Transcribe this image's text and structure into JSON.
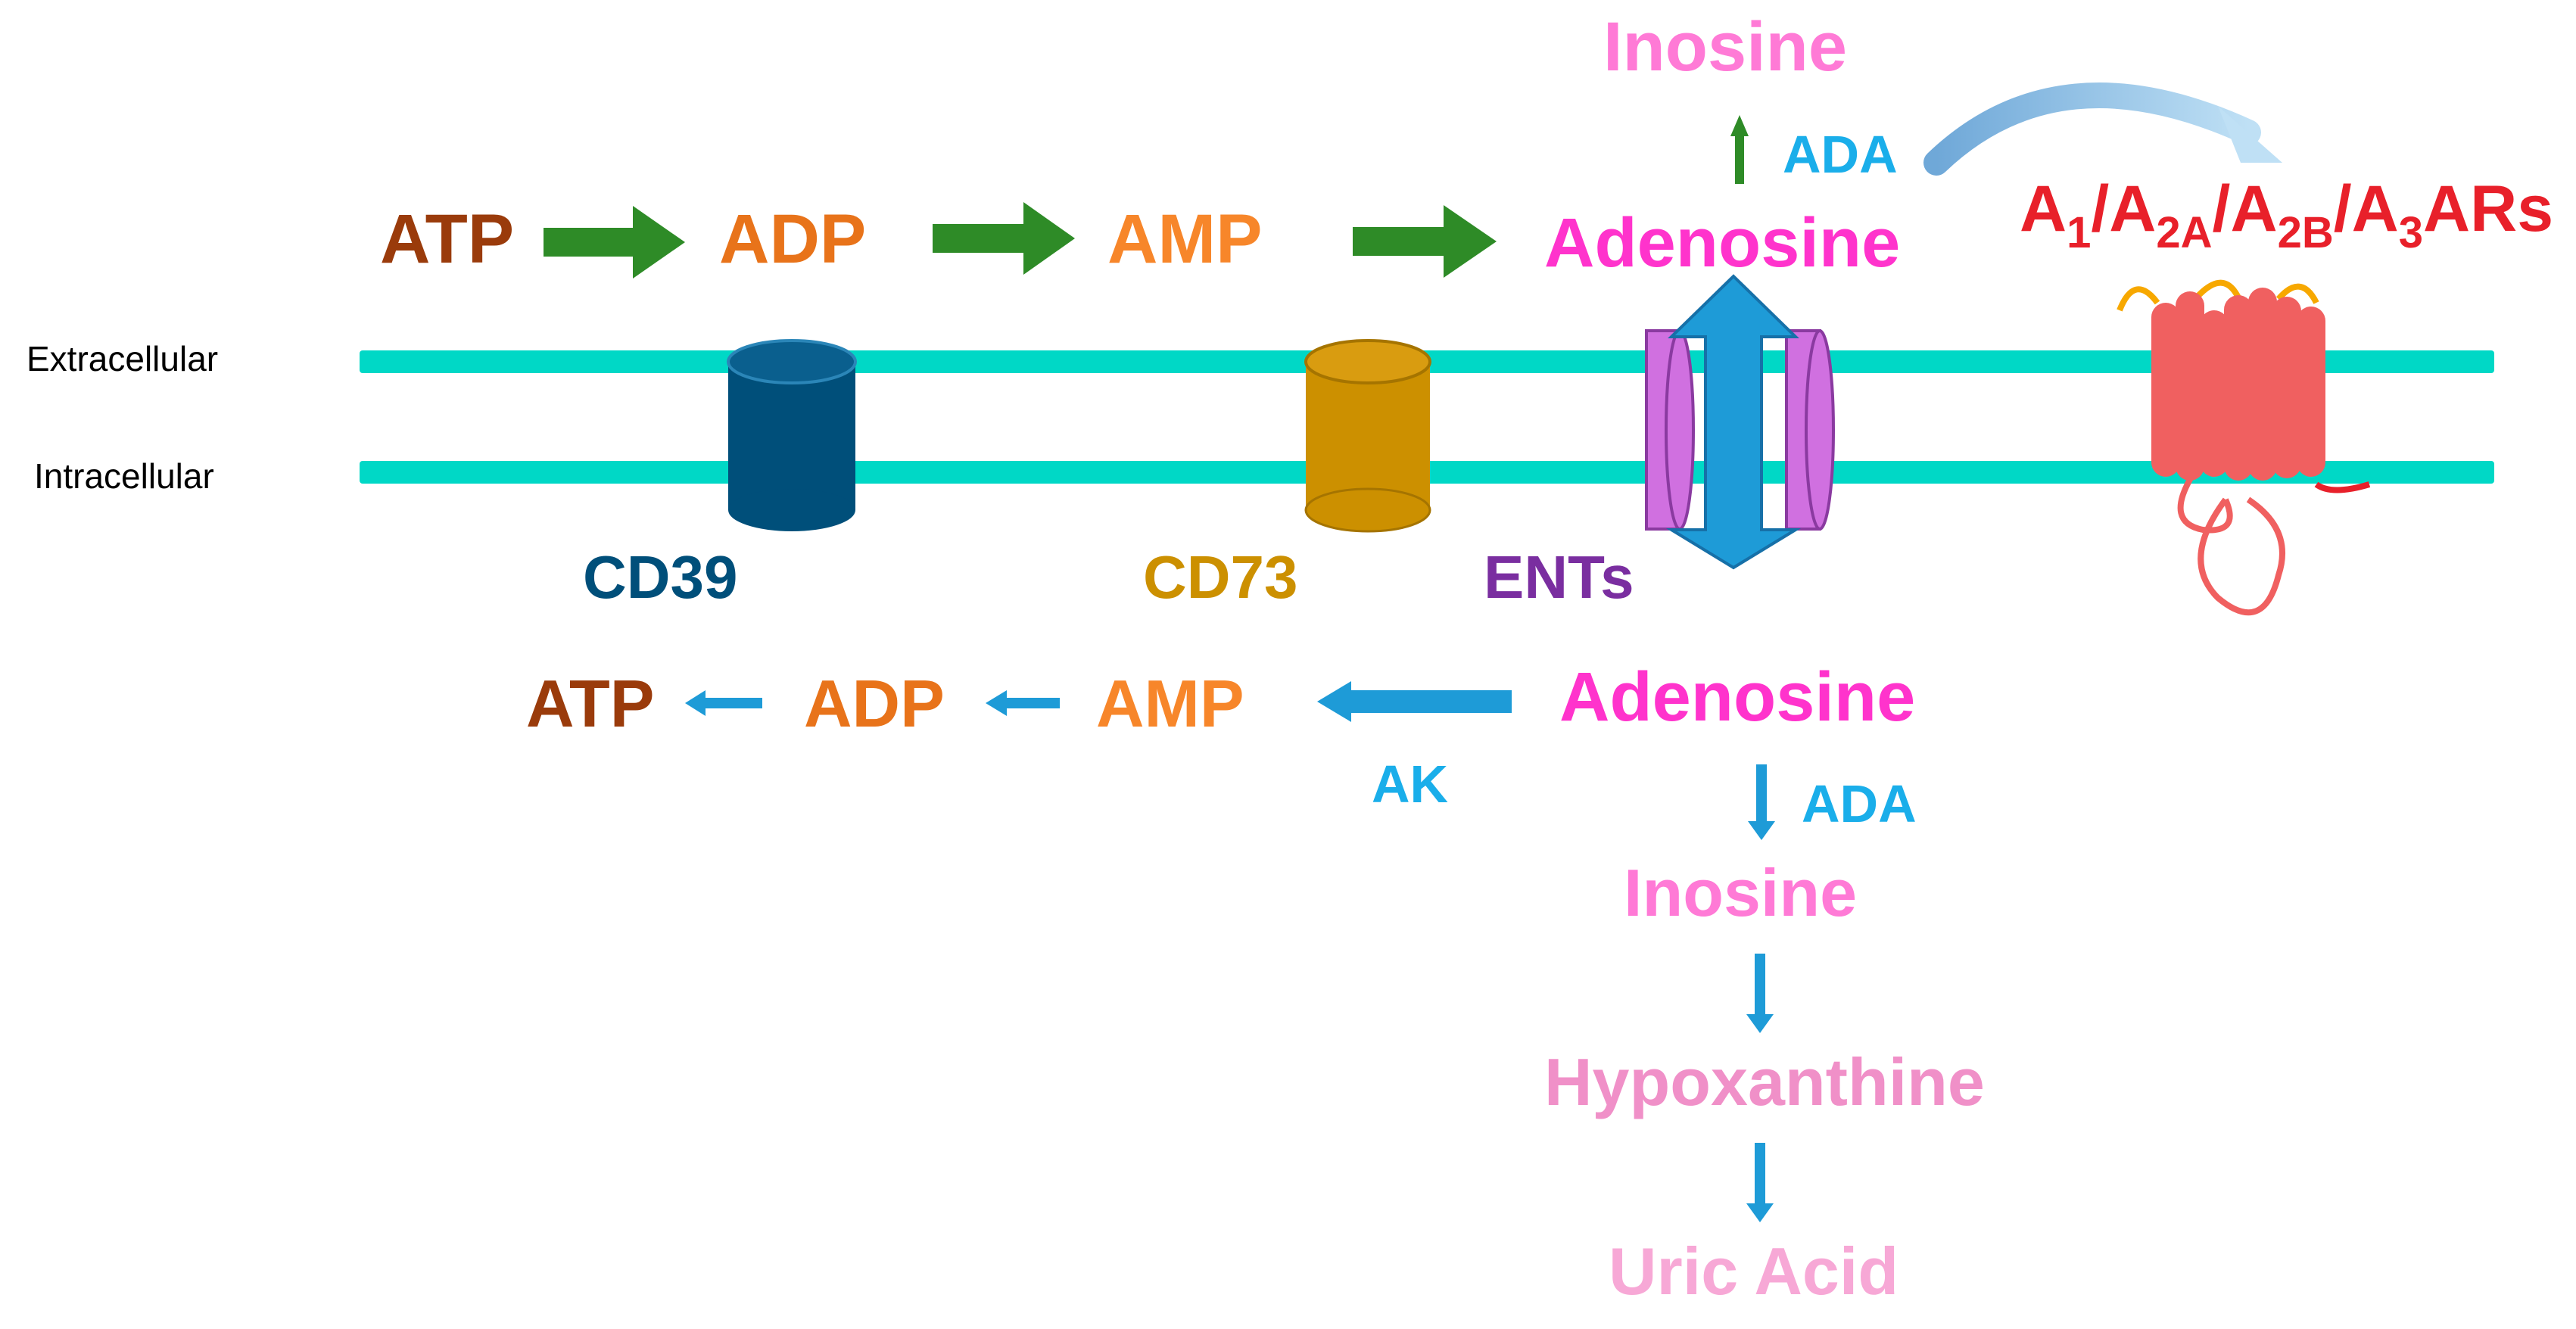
{
  "colors": {
    "membrane": "#00d8c6",
    "atp": "#9a3b0b",
    "adp": "#e8731a",
    "amp": "#f7862a",
    "adenosine": "#ff33cc",
    "inosine": "#ff7ad6",
    "hypoxanthine": "#f090c8",
    "uric_acid": "#f7a8d6",
    "enzyme": "#1aaeea",
    "green_arrow": "#2e8b27",
    "blue_arrow": "#1e9bd7",
    "cd39": "#004f7a",
    "cd73": "#cc9000",
    "ents": "#7a2ea0",
    "ent_channel": "#d070e0",
    "receptor": "#e8202a",
    "receptor_body": "#f06060",
    "ligand_loop": "#f7a800"
  },
  "compartments": {
    "extracellular": "Extracellular",
    "intracellular": "Intracellular"
  },
  "extracellular": {
    "atp": "ATP",
    "adp": "ADP",
    "amp": "AMP",
    "adenosine": "Adenosine",
    "inosine": "Inosine",
    "ada": "ADA"
  },
  "proteins": {
    "cd39": "CD39",
    "cd73": "CD73",
    "ents": "ENTs"
  },
  "receptors": {
    "a1": "A",
    "a1_sub": "1",
    "sep1": "/",
    "a2a": "A",
    "a2a_sub": "2A",
    "sep2": "/",
    "a2b": "A",
    "a2b_sub": "2B",
    "sep3": "/",
    "a3": "A",
    "a3_sub": "3",
    "ars": "ARs"
  },
  "intracellular": {
    "atp": "ATP",
    "adp": "ADP",
    "amp": "AMP",
    "adenosine": "Adenosine",
    "ak": "AK",
    "ada": "ADA",
    "inosine": "Inosine",
    "hypoxanthine": "Hypoxanthine",
    "uric_acid": "Uric Acid"
  }
}
